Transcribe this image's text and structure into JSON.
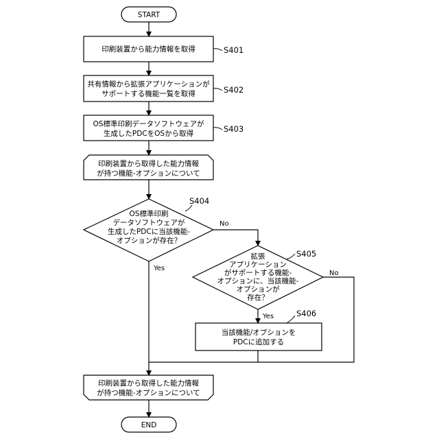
{
  "flowchart": {
    "start": "START",
    "end": "END",
    "steps": [
      {
        "id": "S401",
        "lines": [
          "印刷装置から能力情報を取得"
        ]
      },
      {
        "id": "S402",
        "lines": [
          "共有情報から拡張アプリケーションが",
          "サポートする機能一覧を取得"
        ]
      },
      {
        "id": "S403",
        "lines": [
          "OS標準印刷データソフトウェアが",
          "生成したPDCをOSから取得"
        ]
      }
    ],
    "loop_start": {
      "lines": [
        "印刷装置から取得した能力情報",
        "が持つ機能-オプションについて"
      ]
    },
    "decision_s404": {
      "id": "S404",
      "lines": [
        "OS標準印刷",
        "データソフトウェアが",
        "生成したPDCに当該機能-",
        "オプションが存在？"
      ],
      "no_label": "No",
      "yes_label": "Yes"
    },
    "decision_s405": {
      "id": "S405",
      "lines": [
        "拡張",
        "アプリケーション",
        "がサポートする機能-",
        "オプションに、当該機能-",
        "オプションが",
        "存在？"
      ],
      "no_label": "No",
      "yes_label": "Yes"
    },
    "step_s406": {
      "id": "S406",
      "lines": [
        "当該機能/オプションを",
        "PDCに追加する"
      ]
    },
    "loop_end": {
      "lines": [
        "印刷装置から取得した能力情報",
        "が持つ機能-オプションについて"
      ]
    }
  }
}
